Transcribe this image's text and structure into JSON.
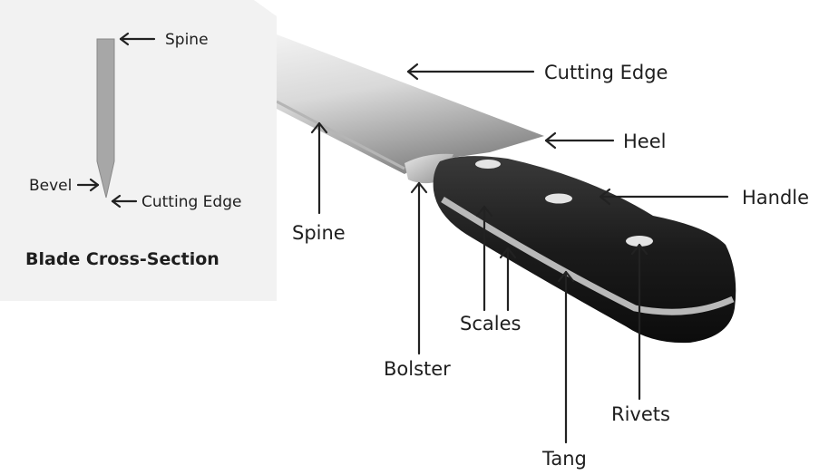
{
  "colors": {
    "panel": "#f2f2f2",
    "blade_light": "#eeeeee",
    "blade_dark": "#9c9c9c",
    "handle": "#1b1b1b",
    "rivet": "#e6e6e6",
    "text": "#1e1e1e"
  },
  "cross_section": {
    "title": "Blade Cross-Section",
    "spine_label": "Spine",
    "bevel_label": "Bevel",
    "edge_label": "Cutting Edge"
  },
  "knife_labels": {
    "cutting_edge": "Cutting Edge",
    "heel": "Heel",
    "handle": "Handle",
    "spine": "Spine",
    "scales": "Scales",
    "bolster": "Bolster",
    "rivets": "Rivets",
    "tang": "Tang"
  }
}
